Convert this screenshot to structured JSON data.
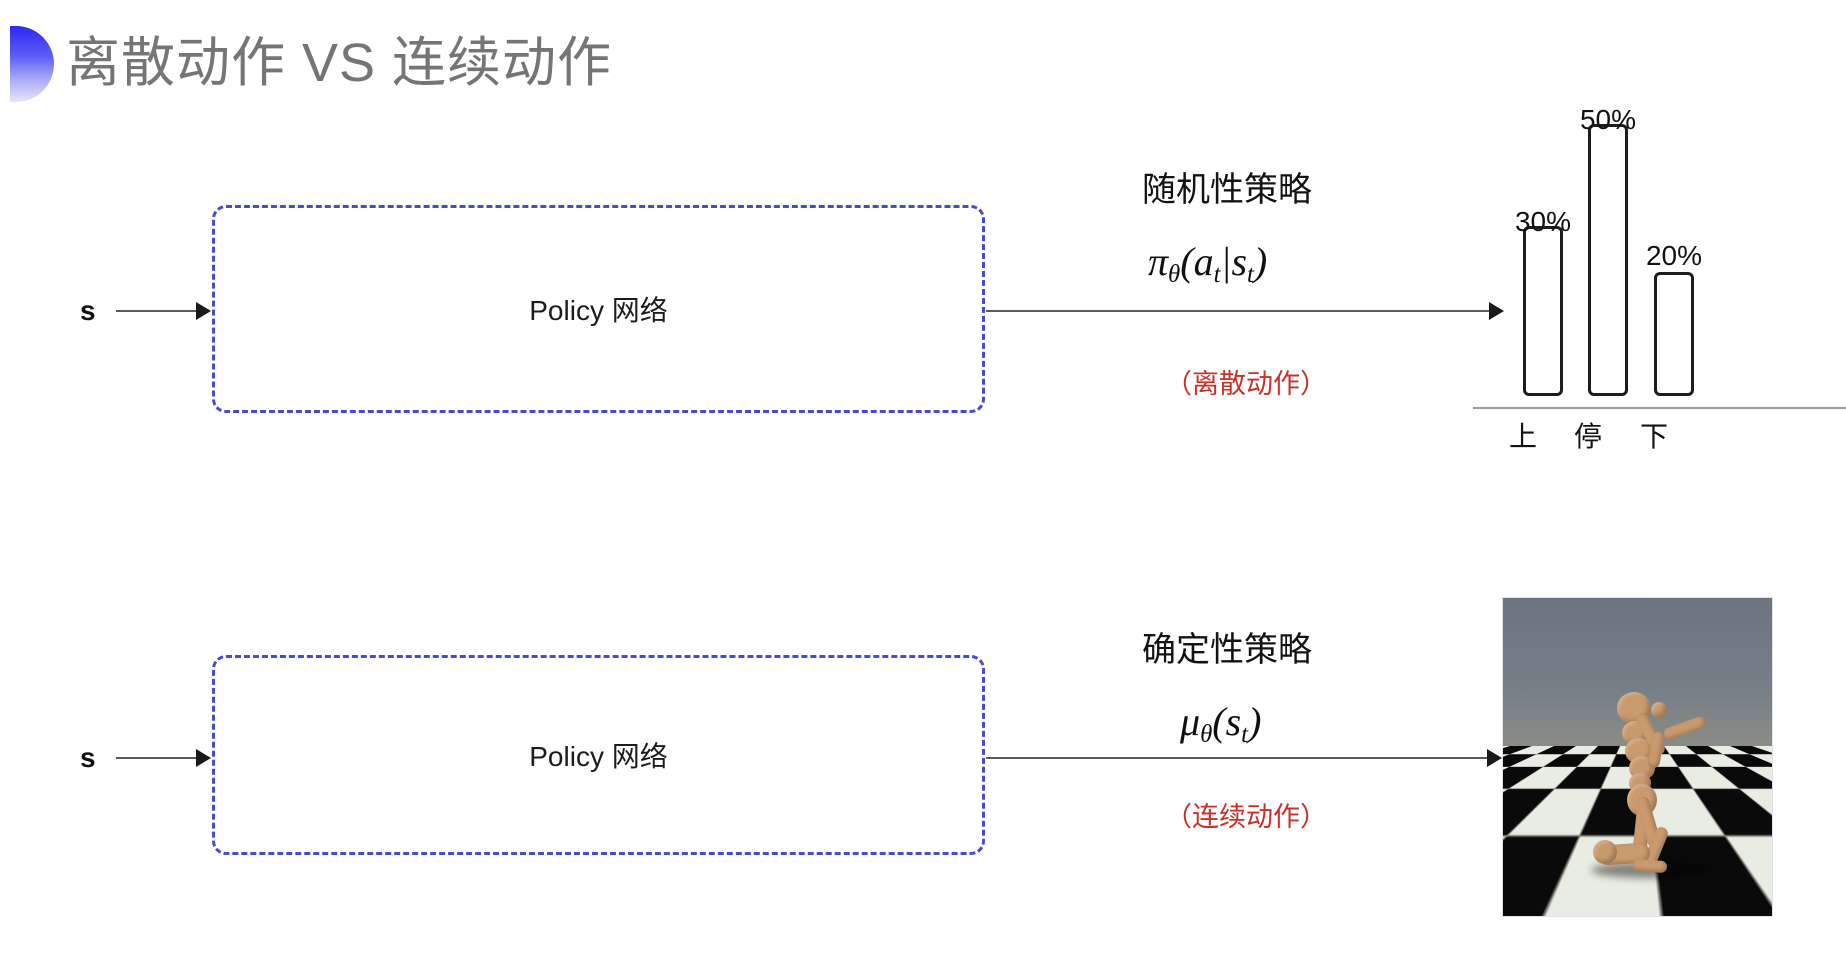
{
  "slide": {
    "title": "离散动作 VS 连续动作",
    "decoration_icon": "half-circle-gradient",
    "accent_gradient_from": "#2b2bf0",
    "accent_gradient_to": "#e5e5fb",
    "title_color": "#757575",
    "background": "#ffffff"
  },
  "rows": [
    {
      "id": "discrete",
      "state_label": "s",
      "box_label": "Policy 网络",
      "box_border_color": "#4a4ad0",
      "policy_kind_title": "随机性策略",
      "formula_parts": {
        "fn": "π",
        "param": "θ",
        "open": "(",
        "arg": "a",
        "arg_sub": "t",
        "bar": "|",
        "cond": "s",
        "cond_sub": "t",
        "close": ")"
      },
      "note": "（离散动作）",
      "note_color": "#c7312a"
    },
    {
      "id": "continuous",
      "state_label": "s",
      "box_label": "Policy 网络",
      "box_border_color": "#4a4ad0",
      "policy_kind_title": "确定性策略",
      "formula_parts": {
        "fn": "μ",
        "param": "θ",
        "open": "(",
        "arg": "s",
        "arg_sub": "t",
        "close": ")"
      },
      "note": "（连续动作）",
      "note_color": "#c7312a"
    }
  ],
  "chart_data": {
    "type": "bar",
    "title": "",
    "xlabel": "",
    "ylabel": "",
    "categories": [
      "上",
      "停",
      "下"
    ],
    "values": [
      30,
      50,
      20
    ],
    "value_labels": [
      "30%",
      "50%",
      "20%"
    ],
    "ylim": [
      0,
      50
    ],
    "grid": false,
    "legend": "none",
    "bar_fill": "#ffffff",
    "bar_stroke": "#1d1d1d",
    "axis_color": "#9a9a9a"
  },
  "humanoid": {
    "caption": "",
    "alt_name": "mujoco-humanoid-simulation",
    "sky_color": "#6c7680",
    "floor_light": "#e8ece2",
    "floor_dark": "#0a0a0a",
    "body_color": "#c99a6e"
  }
}
